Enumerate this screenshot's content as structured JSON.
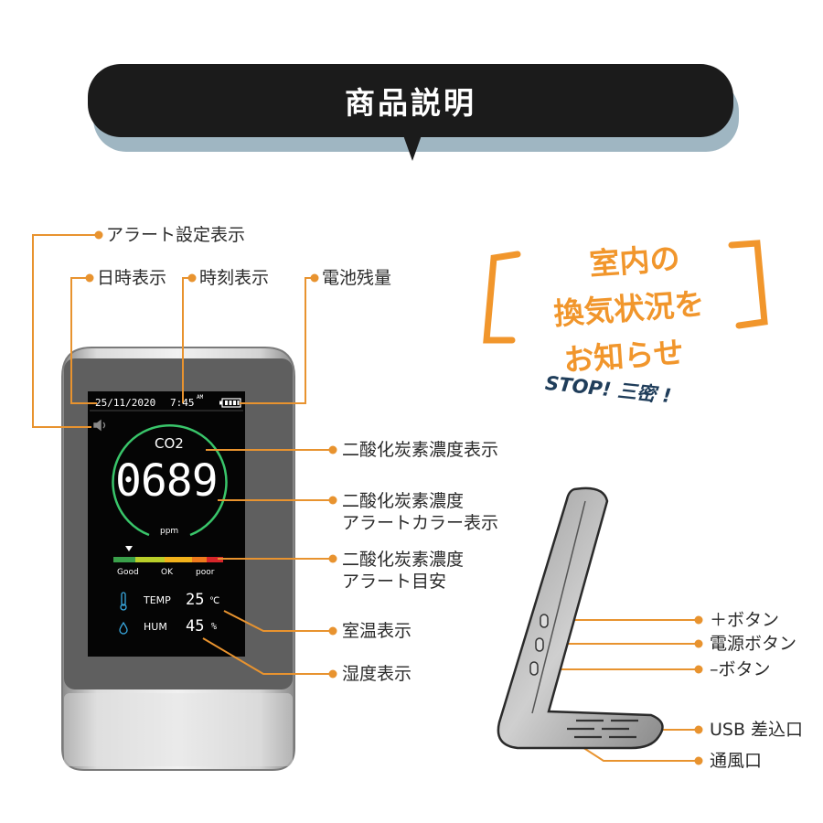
{
  "banner": {
    "title": "商品説明"
  },
  "callouts": {
    "alert_setting": "アラート設定表示",
    "date_display": "日時表示",
    "time_display": "時刻表示",
    "battery": "電池残量",
    "co2_display": "二酸化炭素濃度表示",
    "co2_color_line1": "二酸化炭素濃度",
    "co2_color_line2": "アラートカラー表示",
    "co2_guide_line1": "二酸化炭素濃度",
    "co2_guide_line2": "アラート目安",
    "room_temp": "室温表示",
    "humidity": "湿度表示"
  },
  "display": {
    "date": "25/11/2020",
    "time": "7:45",
    "ampm": "AM",
    "co2_label": "CO2",
    "co2_value": "0689",
    "unit": "ppm",
    "scale_good": "Good",
    "scale_ok": "OK",
    "scale_poor": "poor",
    "temp_label": "TEMP",
    "temp_value": "25",
    "temp_unit": "℃",
    "hum_label": "HUM",
    "hum_value": "45",
    "hum_unit": "%"
  },
  "promo": {
    "line1": "室内の",
    "line2": "換気状況を",
    "line3": "お知らせ",
    "tagline": "STOP! 三密 !"
  },
  "side_labels": {
    "plus_button": "＋ボタン",
    "power_button": "電源ボタン",
    "minus_button": "–ボタン",
    "usb": "USB 差込口",
    "vent": "通風口"
  },
  "colors": {
    "accent": "#e8932f",
    "bar_good": "#3aa04a",
    "bar_ok1": "#b9cf2a",
    "bar_ok2": "#f2b21b",
    "bar_poor1": "#ee7a1d",
    "bar_poor2": "#d7262a",
    "gauge": "#39c56a"
  }
}
